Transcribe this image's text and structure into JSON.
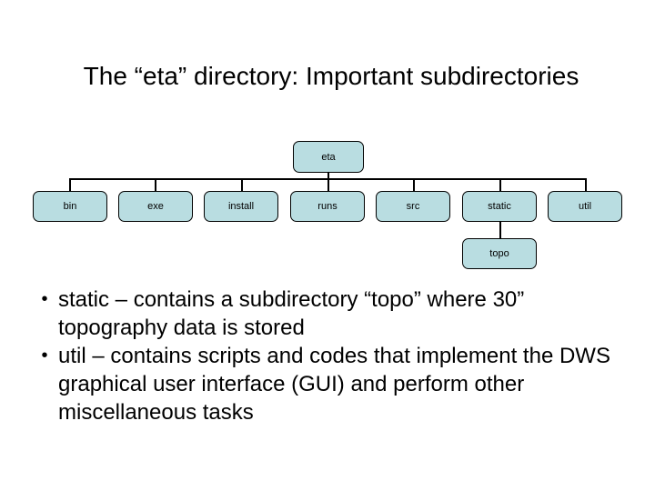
{
  "slide": {
    "title": "The “eta” directory: Important subdirectories",
    "background_color": "#ffffff",
    "text_color": "#000000"
  },
  "diagram": {
    "type": "tree",
    "node_fill_color": "#b9dde1",
    "node_border_color": "#000000",
    "connector_color": "#000000",
    "root": {
      "label": "eta"
    },
    "children": [
      {
        "label": "bin"
      },
      {
        "label": "exe"
      },
      {
        "label": "install"
      },
      {
        "label": "runs"
      },
      {
        "label": "src"
      },
      {
        "label": "static"
      },
      {
        "label": "util"
      }
    ],
    "grandchildren": [
      {
        "label": "topo",
        "parent": "static"
      }
    ]
  },
  "bullets": [
    {
      "marker": "•",
      "text": "static – contains a subdirectory “topo” where 30” topography data is stored"
    },
    {
      "marker": "•",
      "text": "util – contains scripts and codes that implement the DWS graphical user interface (GUI) and perform other miscellaneous tasks"
    }
  ]
}
